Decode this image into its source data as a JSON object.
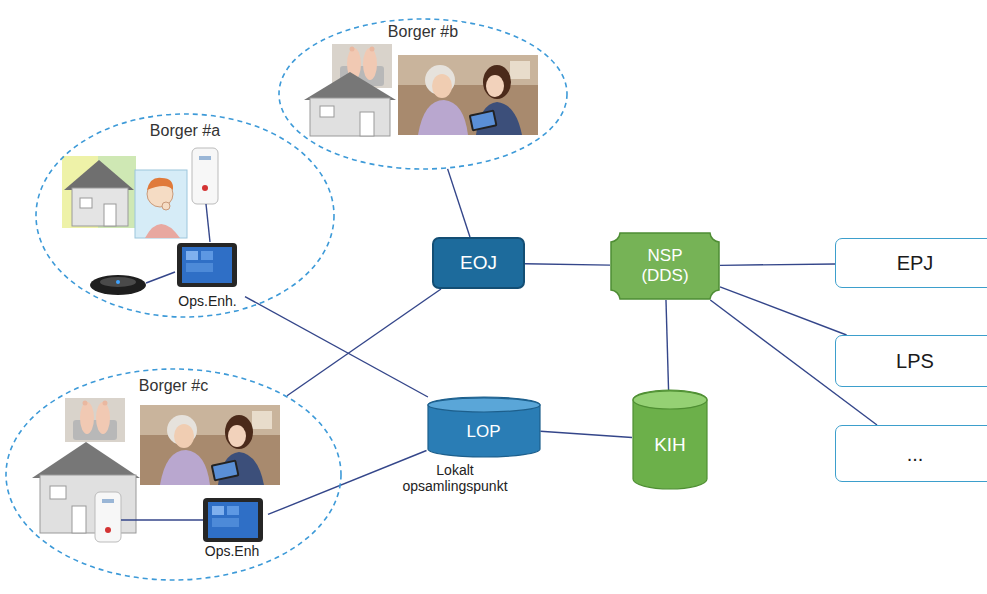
{
  "diagram": {
    "nodes": [
      {
        "text": [
          "Borger #b"
        ]
      },
      {
        "text": [
          "Borger #a"
        ]
      },
      {
        "text": [
          "Ops.Enh."
        ],
        "in": 1
      },
      {
        "text": [
          "EOJ"
        ]
      },
      {
        "text": [
          "NSP (DDS)"
        ]
      },
      {
        "text": [
          "EPJ"
        ]
      },
      {
        "text": [
          "LPS"
        ]
      },
      {
        "text": [
          "Borger #c"
        ]
      },
      {
        "text": [
          "Ops.Enh"
        ],
        "in": 7
      },
      {
        "text": [
          "LOP",
          "Lokalt opsamlingspunkt"
        ]
      },
      {
        "text": [
          "KIH"
        ]
      },
      {
        "text": [
          "..."
        ]
      }
    ],
    "edges": [
      {
        "from": 0,
        "to": 3,
        "arrow": "none"
      },
      {
        "from": 2,
        "to": 9,
        "arrow": "none"
      },
      {
        "from": 7,
        "to": 3,
        "arrow": "none"
      },
      {
        "from": 8,
        "to": 9,
        "arrow": "none"
      },
      {
        "from": 3,
        "to": 4,
        "arrow": "none"
      },
      {
        "from": 4,
        "to": 5,
        "arrow": "none"
      },
      {
        "from": 4,
        "to": 6,
        "arrow": "none"
      },
      {
        "from": 4,
        "to": 11,
        "arrow": "none"
      },
      {
        "from": 4,
        "to": 10,
        "arrow": "none"
      },
      {
        "from": 9,
        "to": 10,
        "arrow": "none"
      }
    ]
  }
}
